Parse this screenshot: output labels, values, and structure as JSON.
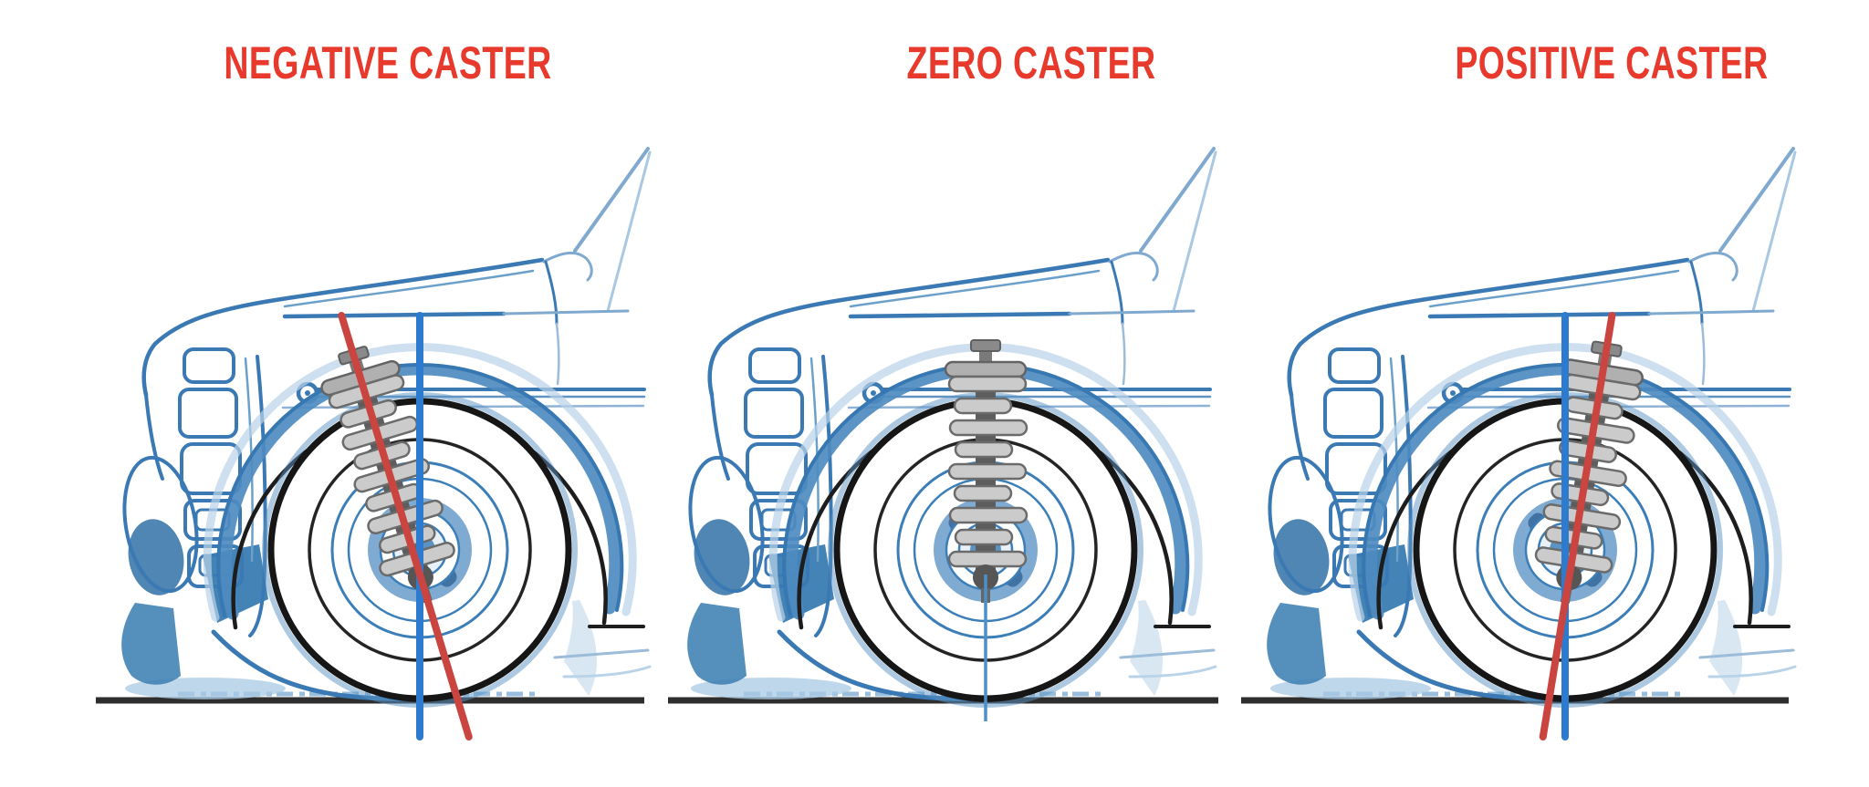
{
  "figure": {
    "type": "comparison-diagram",
    "background_color": "#ffffff",
    "title_color": "#e8392d",
    "ink": {
      "body_line_blue": "#3a79b3",
      "accent_blue_fill": "#4383b5",
      "light_blue_wash": "#b9d3e8",
      "fender_band_blue": "#4e8bc0",
      "tire_black": "#1a1a1a",
      "ground_black": "#2e2e2e",
      "ground_shading_blue": "#8fb8da",
      "strut_gray": "#c9c9c9",
      "steering_axis_red": "#cb4540",
      "reference_blue": "#2d7bce",
      "thin_reference_blue": "#4f8fc8"
    },
    "panels": [
      {
        "id": "negative-caster",
        "label": "NEGATIVE CASTER",
        "caster_type": "negative",
        "steering_axis_tilt_deg": -16.8,
        "has_steering_axis_line": true
      },
      {
        "id": "zero-caster",
        "label": "ZERO CASTER",
        "caster_type": "zero",
        "steering_axis_tilt_deg": 0,
        "has_steering_axis_line": false
      },
      {
        "id": "positive-caster",
        "label": "POSITIVE CASTER",
        "caster_type": "positive",
        "steering_axis_tilt_deg": 9.3,
        "has_steering_axis_line": true
      }
    ]
  }
}
